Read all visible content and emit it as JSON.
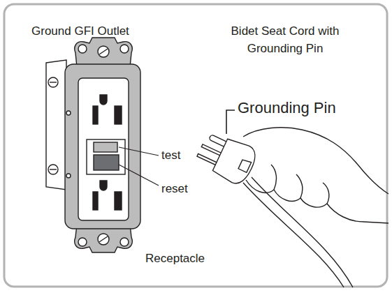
{
  "diagram": {
    "labels": [
      "Ground GFI Outlet",
      "Bidet Seat Cord with Grounding Pin",
      "Grounding Pin",
      "test",
      "reset",
      "Receptacle"
    ]
  }
}
